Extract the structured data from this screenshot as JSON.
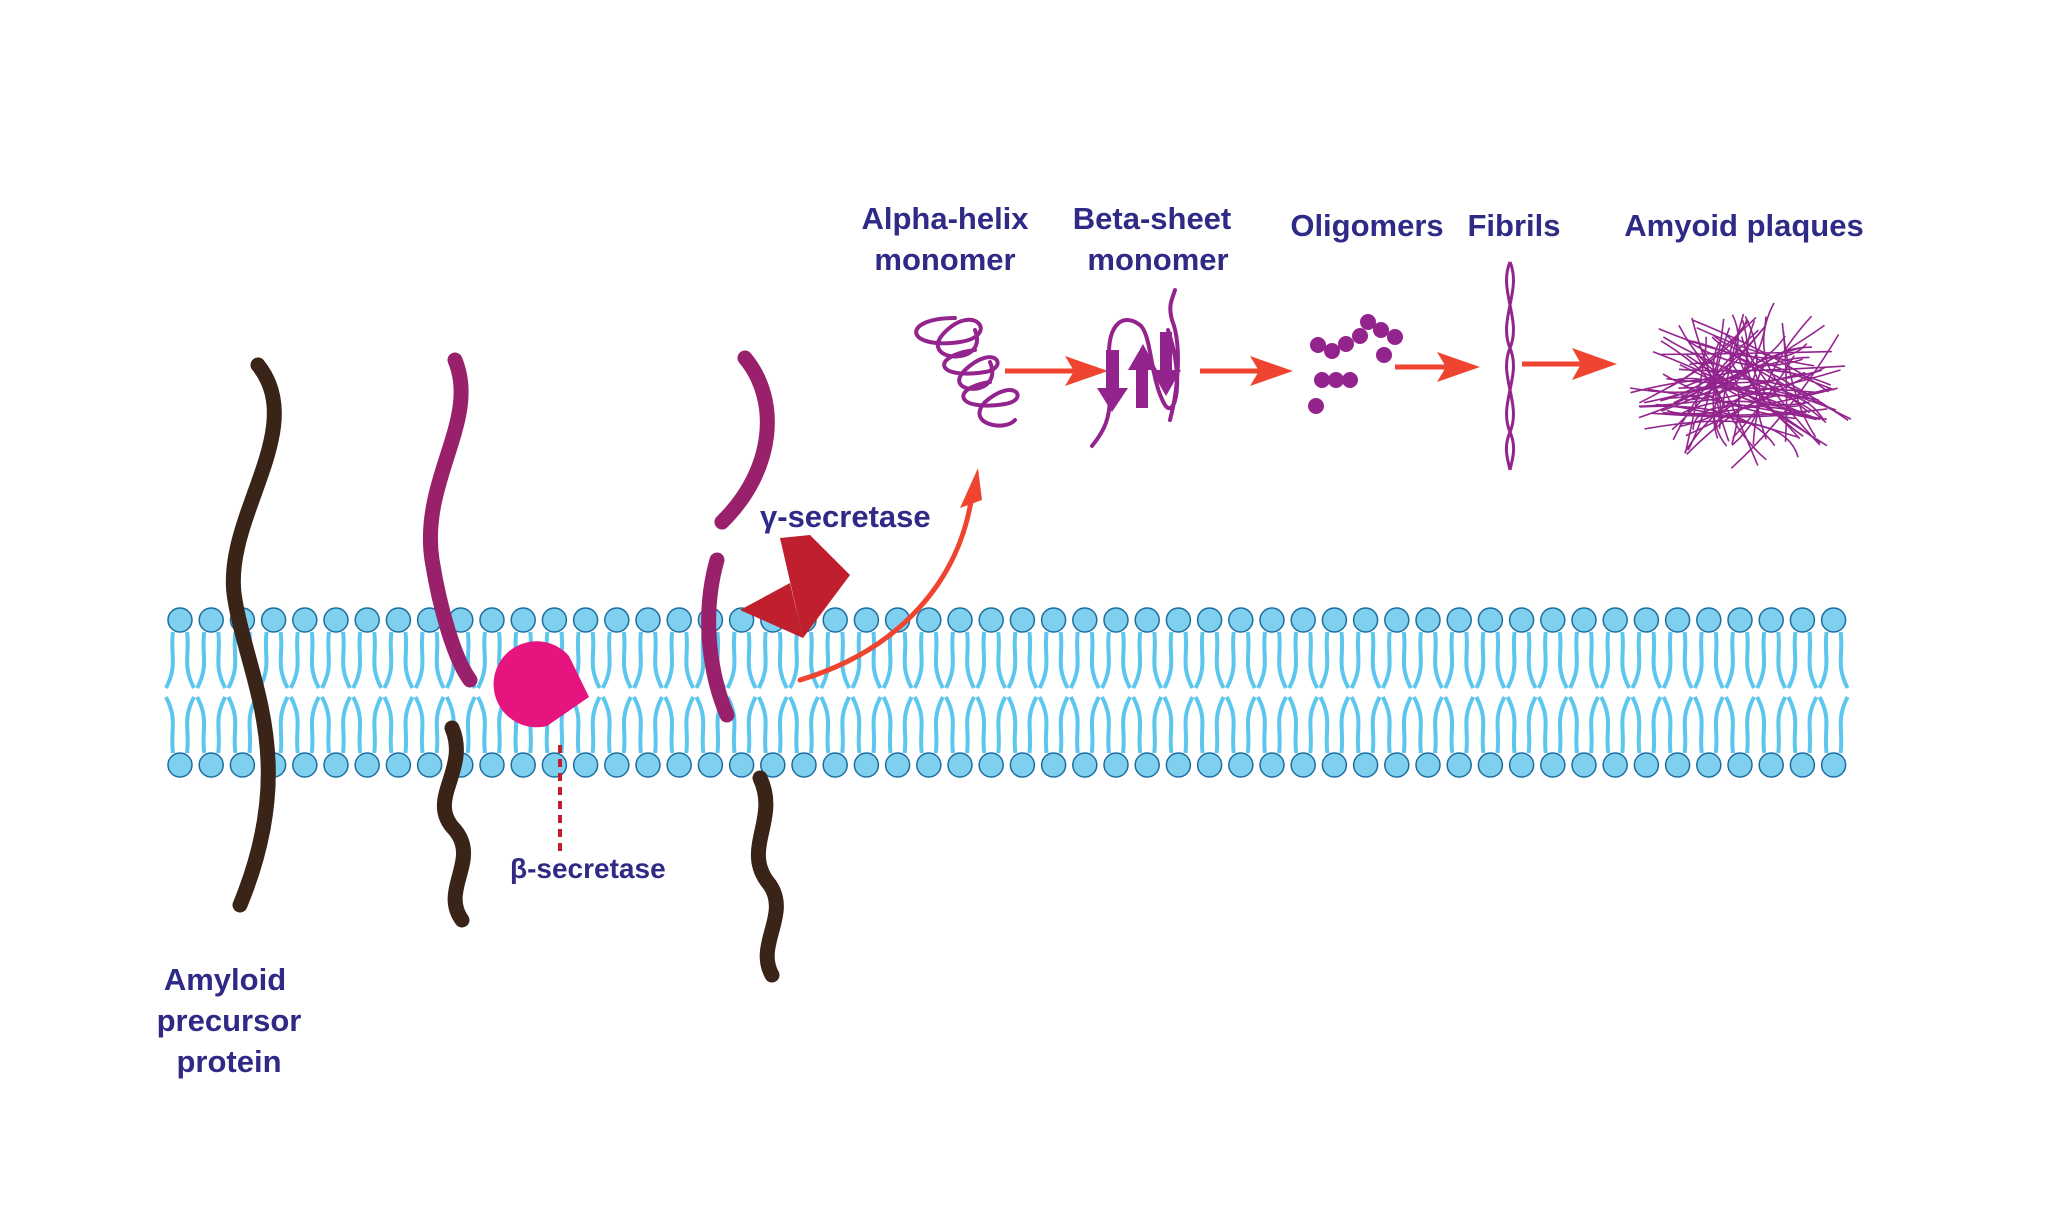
{
  "labels": {
    "alpha_helix_line1": "Alpha-helix",
    "alpha_helix_line2": "monomer",
    "beta_sheet_line1": "Beta-sheet",
    "beta_sheet_line2": "monomer",
    "oligomers": "Oligomers",
    "fibrils": "Fibrils",
    "plaques": "Amyoid plaques",
    "gamma_secretase": "γ-secretase",
    "beta_secretase": "β-secretase",
    "app_line1": "Amyloid",
    "app_line2": "precursor",
    "app_line3": "protein"
  },
  "colors": {
    "label_text": "#2e2a86",
    "app_strand": "#3a2417",
    "amyloid_beta": "#99216b",
    "beta_secretase": "#e6147f",
    "gamma_secretase": "#c0202e",
    "arrow": "#ee4430",
    "aggregate": "#93248e",
    "lipid_head": "#7fd0ef",
    "lipid_head_stroke": "#1e6ea0",
    "lipid_tail": "#5cc6ee"
  },
  "icons": {
    "beta_secretase": "pacman-enzyme-icon",
    "gamma_secretase": "scissors-wedge-enzyme-icon"
  }
}
